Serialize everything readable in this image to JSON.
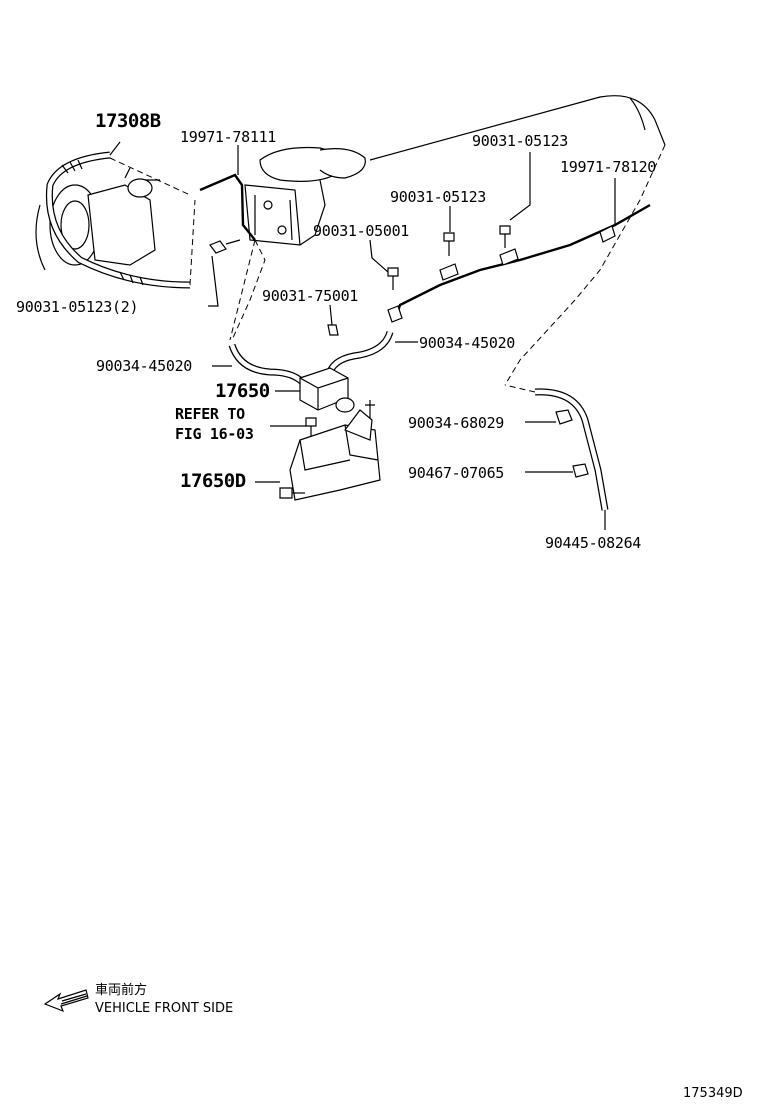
{
  "labels": {
    "p17308B": "17308B",
    "p19971_78111": "19971-78111",
    "p90031_05123_top": "90031-05123",
    "p19971_78120": "19971-78120",
    "p90031_05123_mid": "90031-05123",
    "p90031_05001": "90031-05001",
    "p90031_05123_2": "90031-05123(2)",
    "p90031_75001": "90031-75001",
    "p90034_45020_left": "90034-45020",
    "p90034_45020_right": "90034-45020",
    "p17650": "17650",
    "refer_line1": "REFER TO",
    "refer_line2": "FIG 16-03",
    "p90034_68029": "90034-68029",
    "p17650D": "17650D",
    "p90467_07065": "90467-07065",
    "p90445_08264": "90445-08264"
  },
  "legend": {
    "japanese": "車両前方",
    "english": "VEHICLE FRONT SIDE",
    "icon": "arrow-left-icon"
  },
  "figure_id": "175349D"
}
